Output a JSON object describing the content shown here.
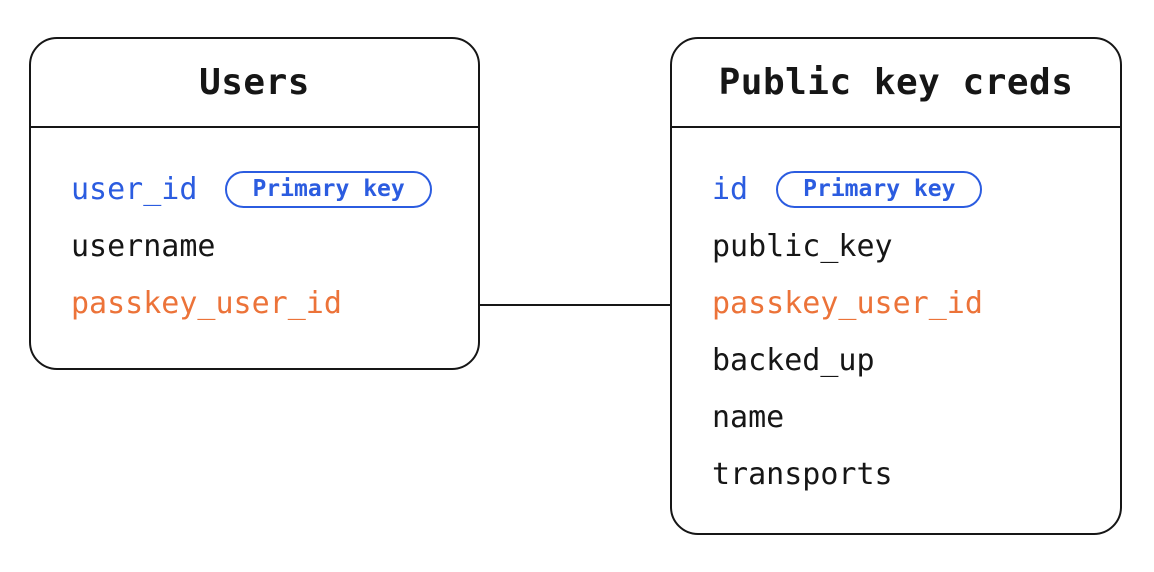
{
  "diagram": {
    "tables": [
      {
        "title": "Users",
        "fields": [
          {
            "name": "user_id",
            "badge": "Primary key",
            "color_role": "primary-key-blue"
          },
          {
            "name": "username",
            "color_role": "default-black"
          },
          {
            "name": "passkey_user_id",
            "color_role": "foreign-key-orange"
          }
        ]
      },
      {
        "title": "Public key creds",
        "fields": [
          {
            "name": "id",
            "badge": "Primary key",
            "color_role": "primary-key-blue"
          },
          {
            "name": "public_key",
            "color_role": "default-black"
          },
          {
            "name": "passkey_user_id",
            "color_role": "foreign-key-orange"
          },
          {
            "name": "backed_up",
            "color_role": "default-black"
          },
          {
            "name": "name",
            "color_role": "default-black"
          },
          {
            "name": "transports",
            "color_role": "default-black"
          }
        ]
      }
    ],
    "relationship": {
      "from": "Users.passkey_user_id",
      "to": "Public key creds.passkey_user_id",
      "style": "straight-horizontal-line"
    },
    "colors": {
      "primary_blue": "#2b5ce0",
      "foreign_orange": "#ec7339",
      "stroke_black": "#161616",
      "background": "#ffffff"
    }
  }
}
